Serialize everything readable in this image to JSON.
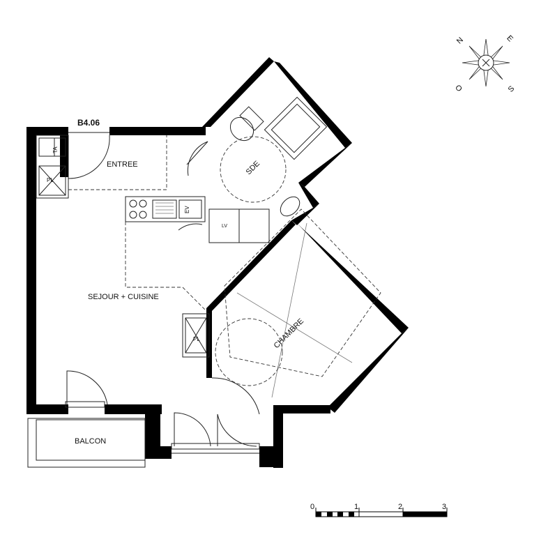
{
  "unit_label": "B4.06",
  "rooms": {
    "entree": "ENTREE",
    "sejour": "SEJOUR + CUISINE",
    "sde": "SDE",
    "chambre": "CHAMBRE",
    "balcon": "BALCON"
  },
  "fixtures": {
    "ta": "TA",
    "pl": "PL",
    "ev": "EV",
    "lv": "LV"
  },
  "compass": {
    "n": "N",
    "e": "E",
    "s": "S",
    "o": "O"
  },
  "scale": {
    "ticks": [
      "0",
      "1",
      "2",
      "3"
    ]
  }
}
